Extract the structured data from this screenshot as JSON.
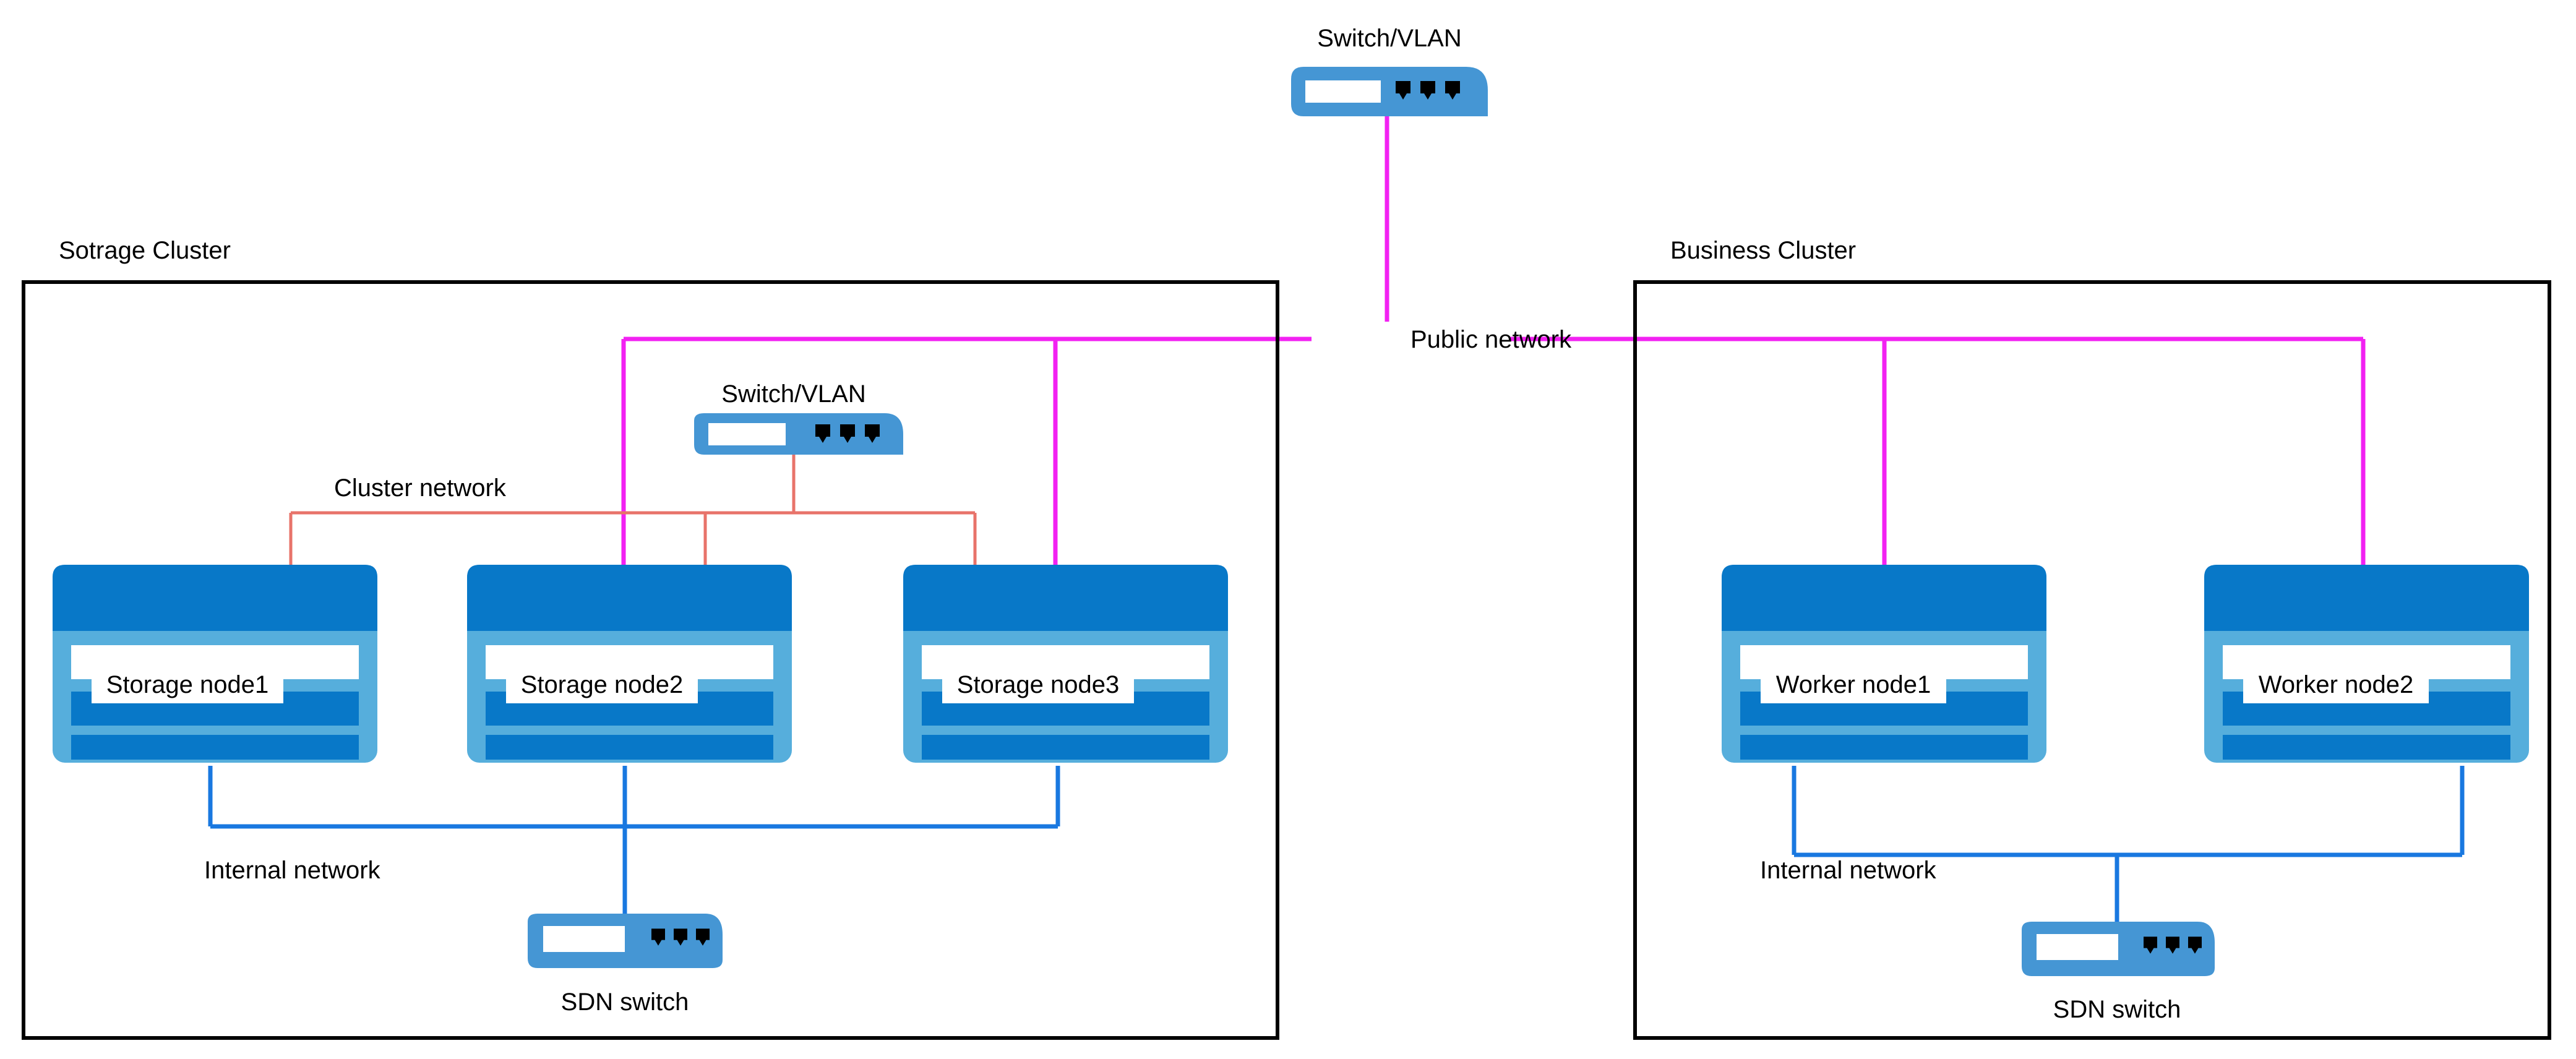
{
  "diagram": {
    "title_top_switch": "Switch/VLAN",
    "public_network_label": "Public network"
  },
  "top_switch": {
    "label": "Switch/VLAN",
    "icon": "switch-icon",
    "ports": 3
  },
  "storage_cluster": {
    "title": "Sotrage Cluster",
    "cluster_network_label": "Cluster network",
    "internal_network_label": "Internal network",
    "switch": {
      "label": "Switch/VLAN",
      "icon": "switch-icon",
      "ports": 3
    },
    "sdn_switch": {
      "label": "SDN switch",
      "icon": "switch-icon",
      "ports": 3
    },
    "nodes": [
      {
        "label": "Storage node1"
      },
      {
        "label": "Storage node2"
      },
      {
        "label": "Storage node3"
      }
    ]
  },
  "business_cluster": {
    "title": "Business Cluster",
    "internal_network_label": "Internal network",
    "sdn_switch": {
      "label": "SDN switch",
      "icon": "switch-icon",
      "ports": 3
    },
    "nodes": [
      {
        "label": "Worker node1"
      },
      {
        "label": "Worker node2"
      }
    ]
  },
  "colors": {
    "cluster_network": "#E8736A",
    "public_network": "#F221F2",
    "internal_network": "#1978E0",
    "switch_body": "#4596D4",
    "node_body": "#56AEDC",
    "node_header": "#0878C8",
    "border": "#000000"
  }
}
